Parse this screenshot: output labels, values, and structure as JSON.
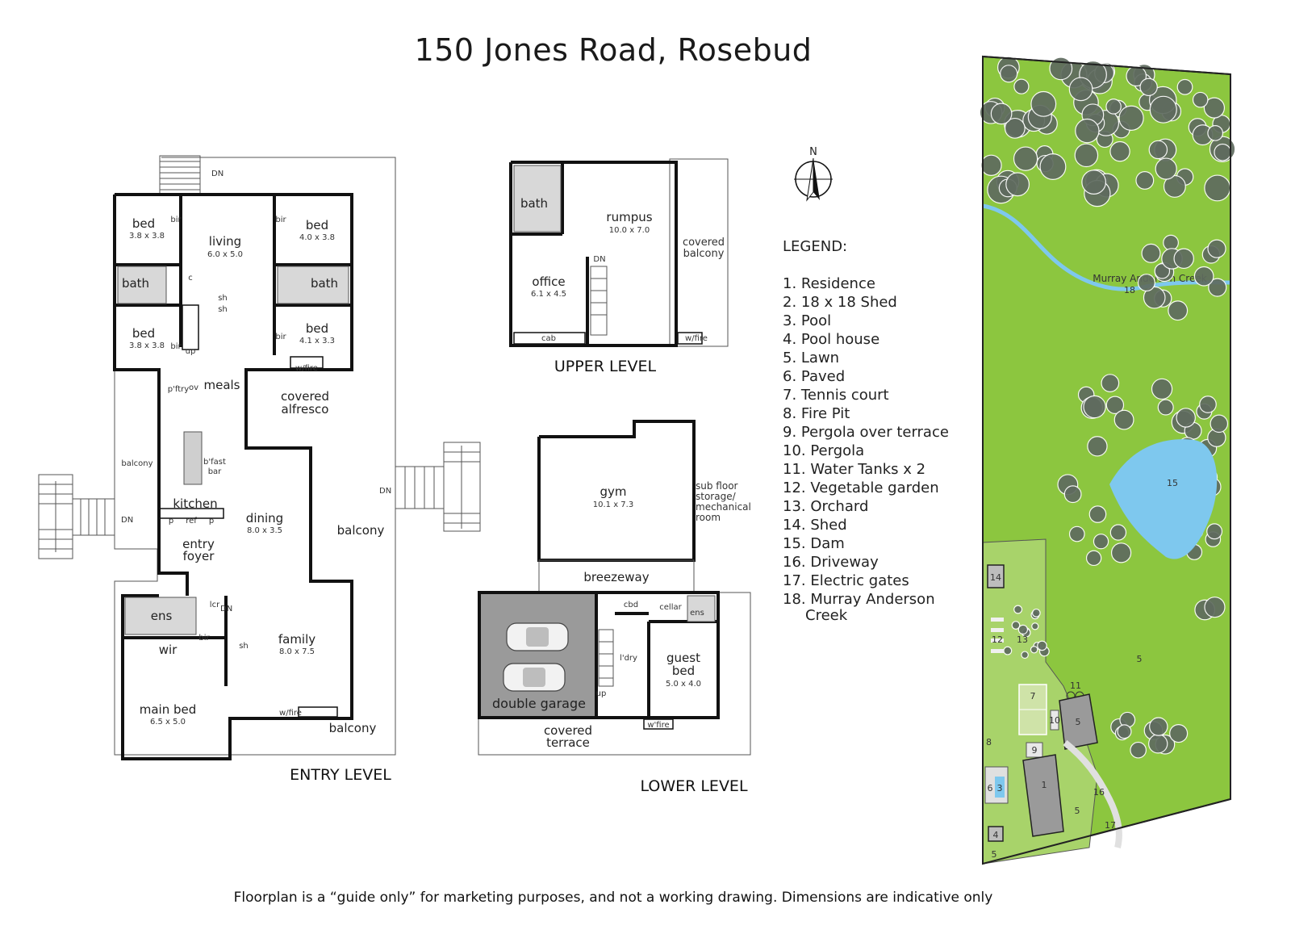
{
  "title": "150 Jones Road, Rosebud",
  "footnote": "Floorplan is a  “guide only” for marketing purposes, and not a working drawing.  Dimensions are indicative only",
  "levels": {
    "entry": "ENTRY LEVEL",
    "upper": "UPPER LEVEL",
    "lower": "LOWER LEVEL"
  },
  "entry_rooms": {
    "bed1": {
      "name": "bed",
      "dim": "3.8 x 3.8"
    },
    "bed2": {
      "name": "bed",
      "dim": "4.0 x 3.8"
    },
    "bed3": {
      "name": "bed",
      "dim": "3.8 x 3.8"
    },
    "bed4": {
      "name": "bed",
      "dim": "4.1 x 3.3"
    },
    "living": {
      "name": "living",
      "dim": "6.0 x 5.0"
    },
    "bath1": "bath",
    "bath2": "bath",
    "meals": "meals",
    "covered_alfresco": [
      "covered",
      "alfresco"
    ],
    "bfast_bar": [
      "b'fast",
      "bar"
    ],
    "kitchen": "kitchen",
    "balcony_left": "balcony",
    "balcony_right": "balcony",
    "balcony_bottom": "balcony",
    "dining": {
      "name": "dining",
      "dim": "8.0 x 3.5"
    },
    "entry_foyer": [
      "entry",
      "foyer"
    ],
    "ens": "ens",
    "wir": "wir",
    "family": {
      "name": "family",
      "dim": "8.0 x 7.5"
    },
    "main_bed": {
      "name": "main bed",
      "dim": "6.5 x 5.0"
    },
    "small": {
      "bir": "bir",
      "sh": "sh",
      "c": "c",
      "up": "up",
      "dn": "DN",
      "wfire": "w/fire",
      "ptry": "p'ftry",
      "ov": "ov",
      "p": "p",
      "ref": "ref",
      "lcr": "lcr"
    }
  },
  "upper_rooms": {
    "bath": "bath",
    "rumpus": {
      "name": "rumpus",
      "dim": "10.0 x 7.0"
    },
    "covered_balcony": [
      "covered",
      "balcony"
    ],
    "office": {
      "name": "office",
      "dim": "6.1 x 4.5"
    },
    "cab": "cab",
    "dn": "DN",
    "wfire": "w/fire"
  },
  "lower_rooms": {
    "gym": {
      "name": "gym",
      "dim": "10.1 x 7.3"
    },
    "subfloor": [
      "sub floor",
      "storage/",
      "mechanical",
      "room"
    ],
    "breezeway": "breezeway",
    "cbd": "cbd",
    "cellar": "cellar",
    "ens": "ens",
    "ldry": "l'dry",
    "guest_bed": {
      "name": [
        "guest",
        "bed"
      ],
      "dim": "5.0 x 4.0"
    },
    "double_garage": "double garage",
    "covered_terrace": [
      "covered",
      "terrace"
    ],
    "up": "up",
    "wfire": "w'fire"
  },
  "compass": "N",
  "legend": {
    "heading": "LEGEND:",
    "items": [
      "1. Residence",
      "2. 18 x 18 Shed",
      "3. Pool",
      "4. Pool house",
      "5. Lawn",
      "6. Paved",
      "7. Tennis court",
      "8. Fire Pit",
      "9. Pergola over terrace",
      "10. Pergola",
      "11. Water Tanks x 2",
      "12. Vegetable garden",
      "13. Orchard",
      "14. Shed",
      "15. Dam",
      "16. Driveway",
      "17. Electric gates",
      "18. Murray Anderson"
    ],
    "item18_cont": "Creek"
  },
  "site": {
    "creek_label": "Murray Anderson Creek",
    "creek_num": "18",
    "dam_num": "15",
    "lawn_num": "5",
    "shed_num": "14",
    "veg_num": "12",
    "orchard_num": "13",
    "tennis_num": "7",
    "tanks_num": "11",
    "pergola_num": "10",
    "poolhouse_lawn_num": "5",
    "firepit_num": "8",
    "terrace_num": "9",
    "paved_num": "6",
    "pool_num": "3",
    "residence_num": "1",
    "driveway_num": "16",
    "lawn2_num": "5",
    "gates_num": "17",
    "pool_house_num": "4",
    "lawn3_num": "5",
    "colors": {
      "lawn": "#8cc63f",
      "water": "#7ec8ee",
      "tree": "#5f6b5f"
    }
  }
}
